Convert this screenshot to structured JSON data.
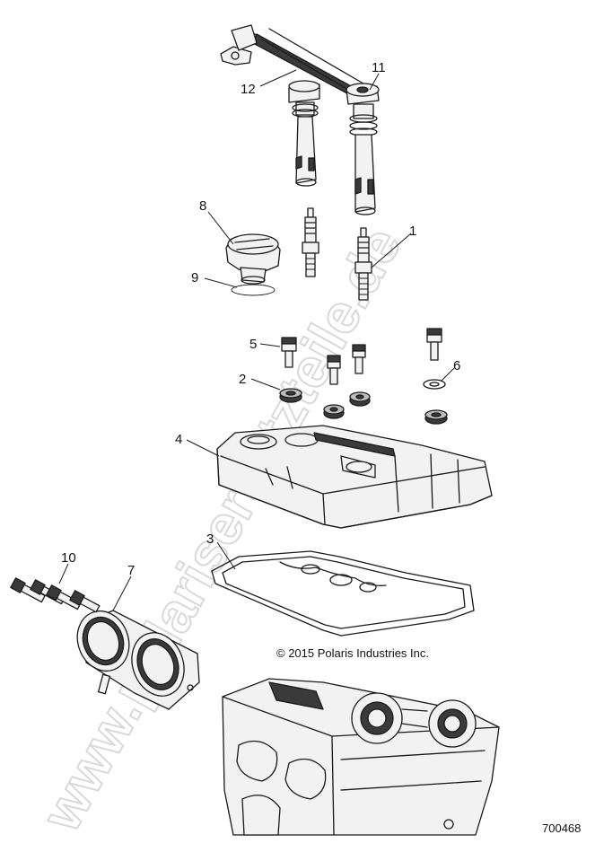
{
  "diagram": {
    "callouts": [
      "1",
      "2",
      "3",
      "4",
      "5",
      "6",
      "7",
      "8",
      "9",
      "10",
      "11",
      "12"
    ],
    "copyright": "© 2015 Polaris Industries Inc.",
    "figure_number": "700468",
    "watermark": "www.polarisersatzteile.de",
    "colors": {
      "ink": "#1a1a1a",
      "watermark": "#d9d9d9",
      "background": "#ffffff"
    }
  }
}
